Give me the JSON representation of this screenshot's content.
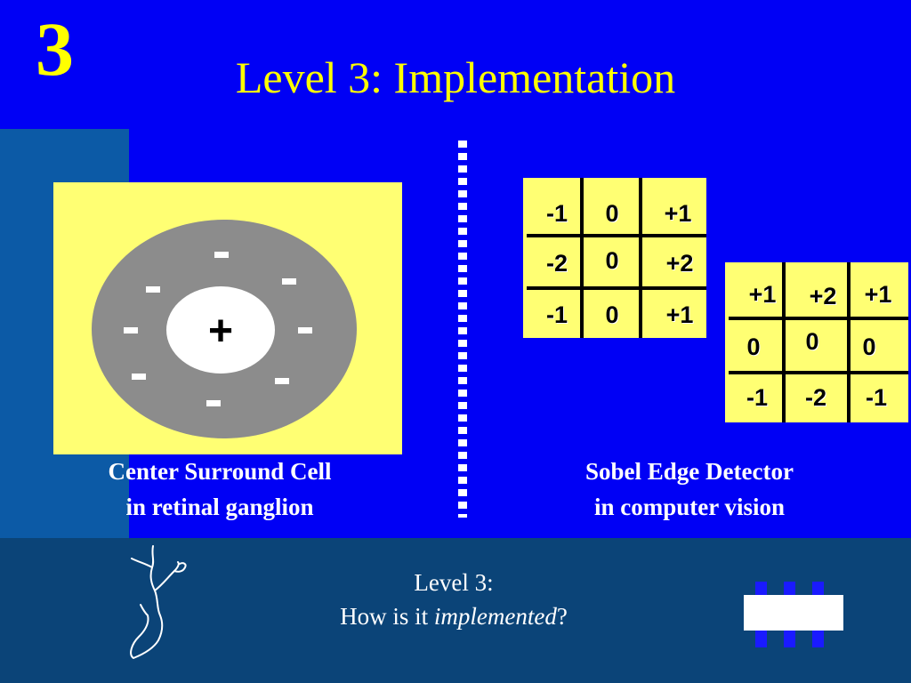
{
  "slide": {
    "number": "3",
    "title": "Level 3: Implementation"
  },
  "center_surround": {
    "center_sign": "+",
    "caption_line1": "Center Surround Cell",
    "caption_line2": "in retinal ganglion"
  },
  "sobel": {
    "caption_line1": "Sobel Edge Detector",
    "caption_line2": "in computer vision",
    "kernel_x": [
      [
        "-1",
        "0",
        "+1"
      ],
      [
        "-2",
        "0",
        "+2"
      ],
      [
        "-1",
        "0",
        "+1"
      ]
    ],
    "kernel_y": [
      [
        "+1",
        "+2",
        "+1"
      ],
      [
        "0",
        "0",
        "0"
      ],
      [
        "-1",
        "-2",
        "-1"
      ]
    ]
  },
  "footer": {
    "line1": "Level 3:",
    "line2_prefix": "How is it ",
    "line2_emphasis": "implemented",
    "line2_suffix": "?"
  },
  "colors": {
    "background": "#0000f5",
    "title": "#ffff00",
    "panel": "#ffff73",
    "surround": "#8c8c8c",
    "bottom_band": "#0b4478",
    "side_bar": "#0c5aa6"
  },
  "icons": {
    "neuron": "neuron-icon",
    "chip": "chip-icon"
  }
}
